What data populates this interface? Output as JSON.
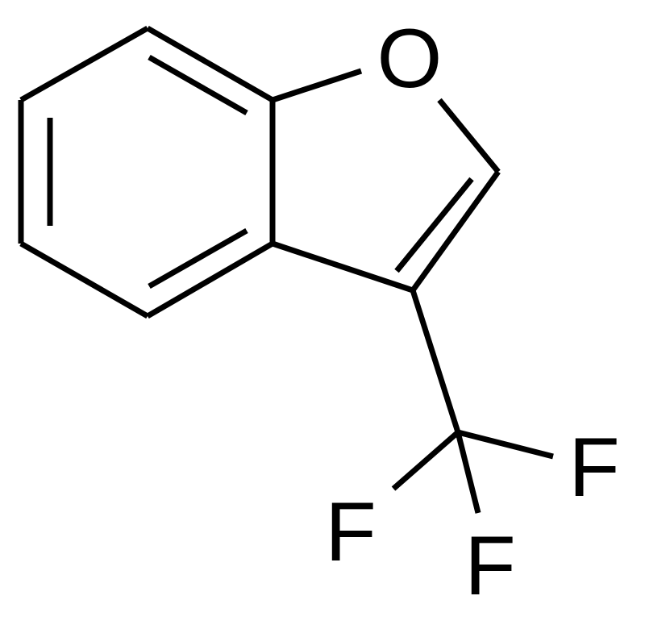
{
  "molecule": {
    "atoms": {
      "oxygen": "O",
      "fluorine_right": "F",
      "fluorine_left": "F",
      "fluorine_bottom": "F"
    },
    "colors": {
      "bond": "#000000",
      "label": "#000000",
      "background": "#ffffff"
    }
  }
}
